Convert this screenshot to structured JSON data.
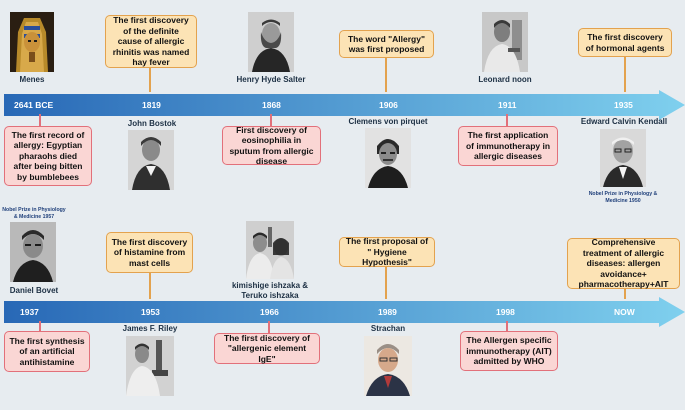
{
  "colors": {
    "arrow_start": "#2868b6",
    "arrow_end": "#7fd0ee",
    "pink_fill": "#fad6d4",
    "pink_border": "#e2707a",
    "orange_fill": "#fce3b5",
    "orange_border": "#e3a24e",
    "background": "#e7ecf0"
  },
  "top": {
    "years": [
      "2641 BCE",
      "1819",
      "1868",
      "1906",
      "1911",
      "1935"
    ],
    "events": {
      "y2641": "The first record of allergy: Egyptian pharaohs died after being bitten by bumblebees",
      "y1819": "The first discovery of the definite cause of allergic rhinitis was named hay fever",
      "y1868": "First discovery of eosinophilia in sputum from allergic disease",
      "y1906": "The word \"Allergy\" was first proposed",
      "y1911": "The first application of immunotherapy in allergic diseases",
      "y1935": "The first discovery of hormonal agents"
    },
    "people": {
      "menes": "Menes",
      "bostok": "John Bostok",
      "salter": "Henry Hyde Salter",
      "pirquet": "Clemens von pirquet",
      "noon": "Leonard noon",
      "kendall": "Edward Calvin Kendall",
      "kendall_nobel": "Nobel Prize in Physiology & Medicine 1950"
    }
  },
  "bottom": {
    "years": [
      "1937",
      "1953",
      "1966",
      "1989",
      "1998",
      "NOW"
    ],
    "events": {
      "y1937": "The first synthesis of an artificial antihistamine",
      "y1953": "The first discovery of histamine from mast cells",
      "y1966": "The first discovery of \"allergenic element IgE\"",
      "y1989": "The first proposal of \" Hygiene Hypothesis\"",
      "y1998": "The Allergen specific immunotherapy (AIT) admitted by WHO",
      "now": "Comprehensive treatment of allergic diseases: allergen avoidance+ pharmacotherapy+AIT"
    },
    "people": {
      "bovet_nobel": "Nobel Prize in Physiology & Medicine 1957",
      "bovet": "Daniel Bovet",
      "riley": "James F. Riley",
      "ishizaka": "kimishige ishzaka & Teruko ishzaka",
      "strachan": "Strachan"
    }
  }
}
